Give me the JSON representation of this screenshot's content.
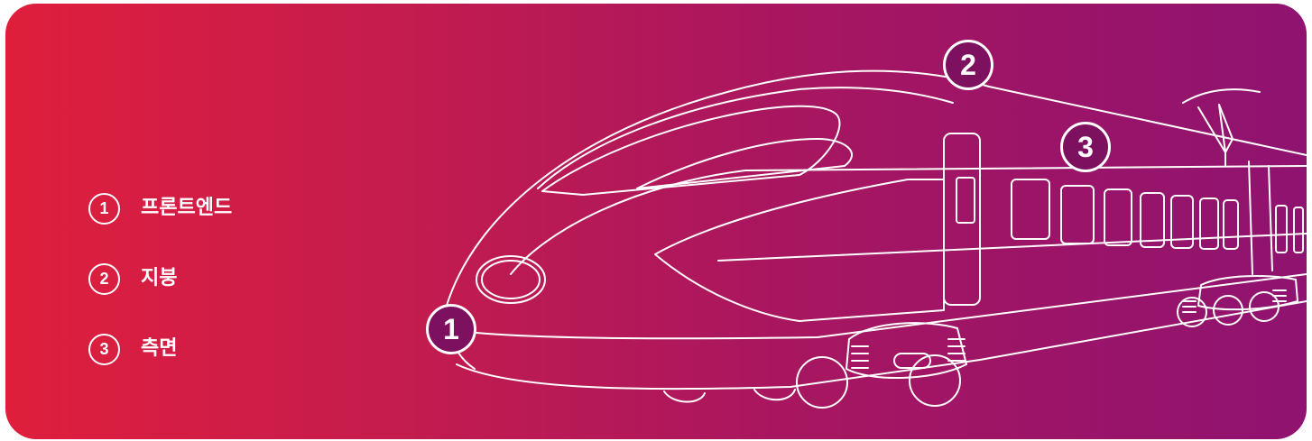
{
  "legend": [
    {
      "number": "1",
      "label": "프론트엔드"
    },
    {
      "number": "2",
      "label": "지붕"
    },
    {
      "number": "3",
      "label": "측면"
    }
  ],
  "callouts": [
    {
      "number": "1"
    },
    {
      "number": "2"
    },
    {
      "number": "3"
    }
  ],
  "colors": {
    "gradient_start": "#e01e3c",
    "gradient_end": "#8f1370",
    "line": "#ffffff",
    "callout_fill": "#7d1160"
  },
  "icons": {
    "illustration": "high-speed-train-line-drawing"
  }
}
